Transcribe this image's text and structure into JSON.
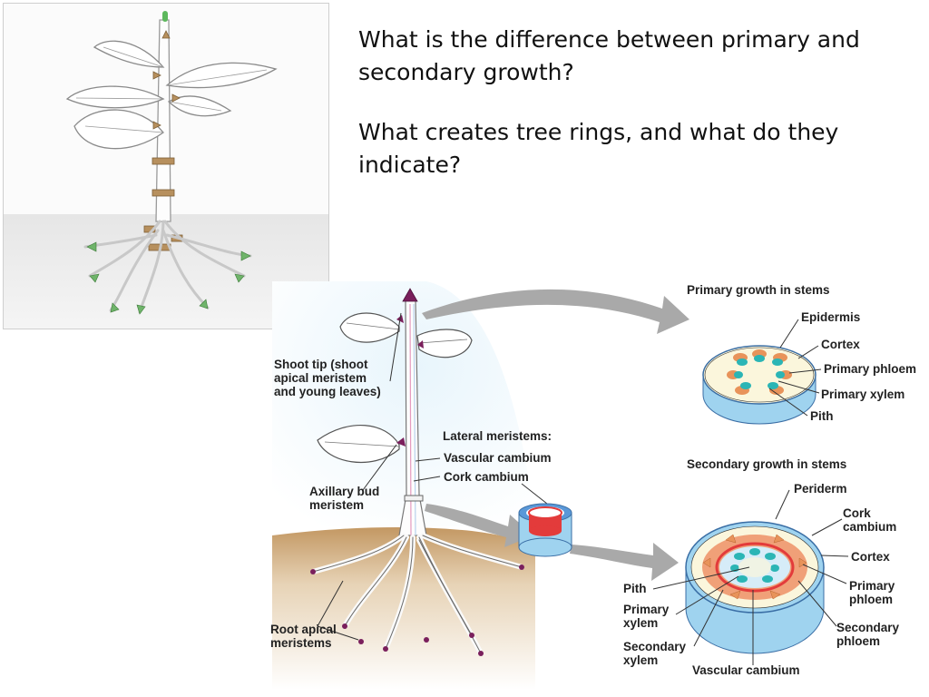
{
  "questions": [
    "What is the difference between primary and secondary growth?",
    "What creates tree rings, and what do they indicate?"
  ],
  "diagram": {
    "shoot_tip": "Shoot tip (shoot\napical meristem\nand young leaves)",
    "axillary_bud": "Axillary bud\nmeristem",
    "root_apical": "Root apical\nmeristems",
    "lateral_meristems": "Lateral meristems:",
    "vascular_cambium": "Vascular cambium",
    "cork_cambium": "Cork cambium",
    "primary_title": "Primary growth in stems",
    "primary_labels": {
      "epidermis": "Epidermis",
      "cortex": "Cortex",
      "primary_phloem": "Primary phloem",
      "primary_xylem": "Primary xylem",
      "pith": "Pith"
    },
    "secondary_title": "Secondary growth in stems",
    "secondary_labels": {
      "periderm": "Periderm",
      "cork_cambium": "Cork\ncambium",
      "cortex": "Cortex",
      "primary_phloem": "Primary\nphloem",
      "secondary_phloem": "Secondary\nphloem",
      "pith": "Pith",
      "primary_xylem": "Primary\nxylem",
      "secondary_xylem": "Secondary\nxylem",
      "vascular_cambium": "Vascular cambium"
    }
  },
  "colors": {
    "cortex": "#fbf6dc",
    "vascular_teal": "#2bb5b5",
    "phloem_orange": "#e8935a",
    "periderm_blue": "#9fd3ef",
    "cambium_red": "#e33b3b",
    "soil": "#b88c58",
    "sky": "#d6ecf8",
    "arrow_gray": "#a9a9a9",
    "tip_purple": "#7a1f5c",
    "arrow_green": "#6fb46a",
    "arrow_brown": "#b7905e"
  }
}
